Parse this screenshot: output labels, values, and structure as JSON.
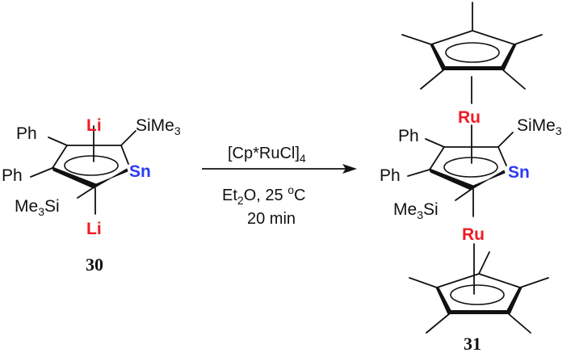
{
  "reactant": {
    "label": "30",
    "atoms": {
      "li_top": "Li",
      "li_bottom": "Li",
      "sn": "Sn",
      "ph_1": "Ph",
      "ph_2": "Ph",
      "sime3_top": "SiMe",
      "sime3_top_sub": "3",
      "me3si_prefix": "Me",
      "me3si_sub": "3",
      "me3si_suffix": "Si"
    }
  },
  "conditions": {
    "reagent": "[Cp*RuCl]",
    "reagent_sub": "4",
    "solvent_prefix": "Et",
    "solvent_sub": "2",
    "solvent_suffix": "O, 25 ",
    "temp_sup": "o",
    "temp_unit": "C",
    "time": "20 min"
  },
  "product": {
    "label": "31",
    "atoms": {
      "ru_top": "Ru",
      "ru_bottom": "Ru",
      "sn": "Sn",
      "ph_1": "Ph",
      "ph_2": "Ph",
      "sime3_top": "SiMe",
      "sime3_top_sub": "3",
      "me3si_prefix": "Me",
      "me3si_sub": "3",
      "me3si_suffix": "Si"
    }
  },
  "colors": {
    "lithium": "#ee1c24",
    "ruthenium": "#ee1c24",
    "tin": "#2a3cf0",
    "bonds": "#111111"
  }
}
